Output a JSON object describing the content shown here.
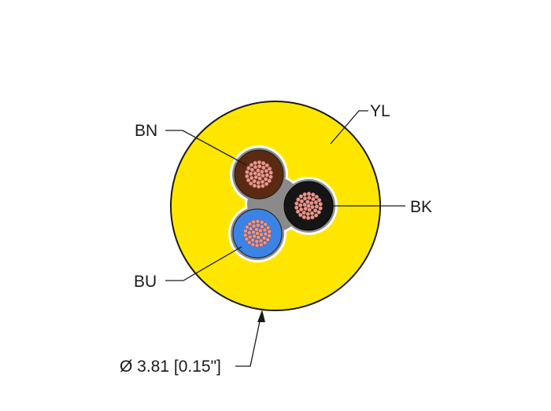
{
  "labels": {
    "jacket": "YL",
    "conductor_brown": "BN",
    "conductor_black": "BK",
    "conductor_blue": "BU",
    "diameter": "Ø 3.81 [0.15\"]"
  },
  "colors": {
    "jacket": "#ffe600",
    "filler": "#8a8a8a",
    "conductor_brown": "#5a2a12",
    "conductor_black": "#151515",
    "conductor_blue": "#3b84e6",
    "strand": "#e39a8c",
    "outline": "#1a1a1a"
  }
}
